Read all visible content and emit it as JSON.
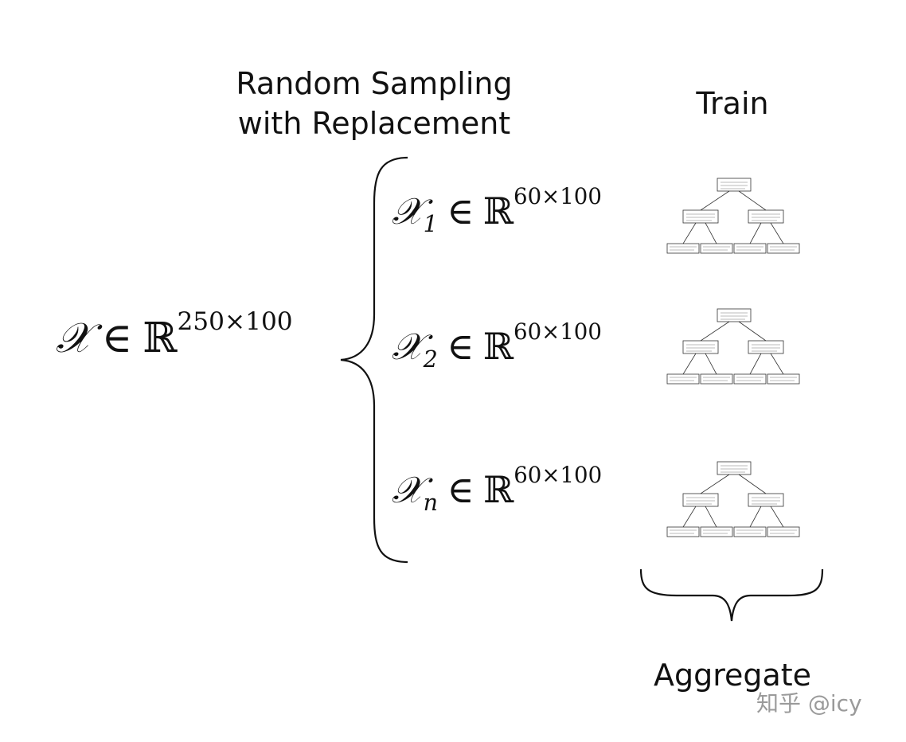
{
  "sampling_title": {
    "line1": "Random Sampling",
    "line2": "with Replacement"
  },
  "train_title": "Train",
  "aggregate_label": "Aggregate",
  "main_expression": {
    "symbol": "𝒳",
    "relation": "∈",
    "set": "ℝ",
    "dims": "250×100"
  },
  "samples": [
    {
      "symbol": "𝒳",
      "subscript": "1",
      "relation": "∈",
      "set": "ℝ",
      "dims": "60×100"
    },
    {
      "symbol": "𝒳",
      "subscript": "2",
      "relation": "∈",
      "set": "ℝ",
      "dims": "60×100"
    },
    {
      "symbol": "𝒳",
      "subscript": "n",
      "relation": "∈",
      "set": "ℝ",
      "dims": "60×100"
    }
  ],
  "watermark": "知乎 @icy",
  "colors": {
    "ink": "#111111",
    "tree_ink": "#333333",
    "watermark": "#9a9a9a"
  }
}
